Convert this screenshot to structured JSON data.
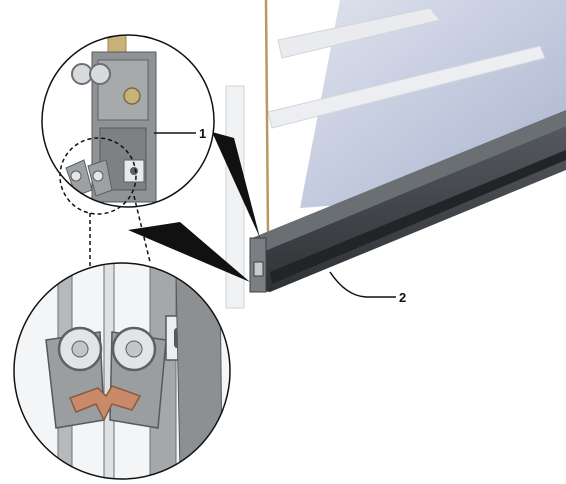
{
  "diagram": {
    "callouts": [
      {
        "id": "1",
        "label": "1"
      },
      {
        "id": "2",
        "label": "2"
      }
    ]
  },
  "colors": {
    "background": "#ffffff",
    "rail_dark": "#3f4347",
    "rail_mid": "#5e6368",
    "bracket_grey": "#8f9396",
    "panel_blue": "#b9c1da",
    "strap_tan": "#c9b27a",
    "cam_copper": "#c98a6a"
  }
}
